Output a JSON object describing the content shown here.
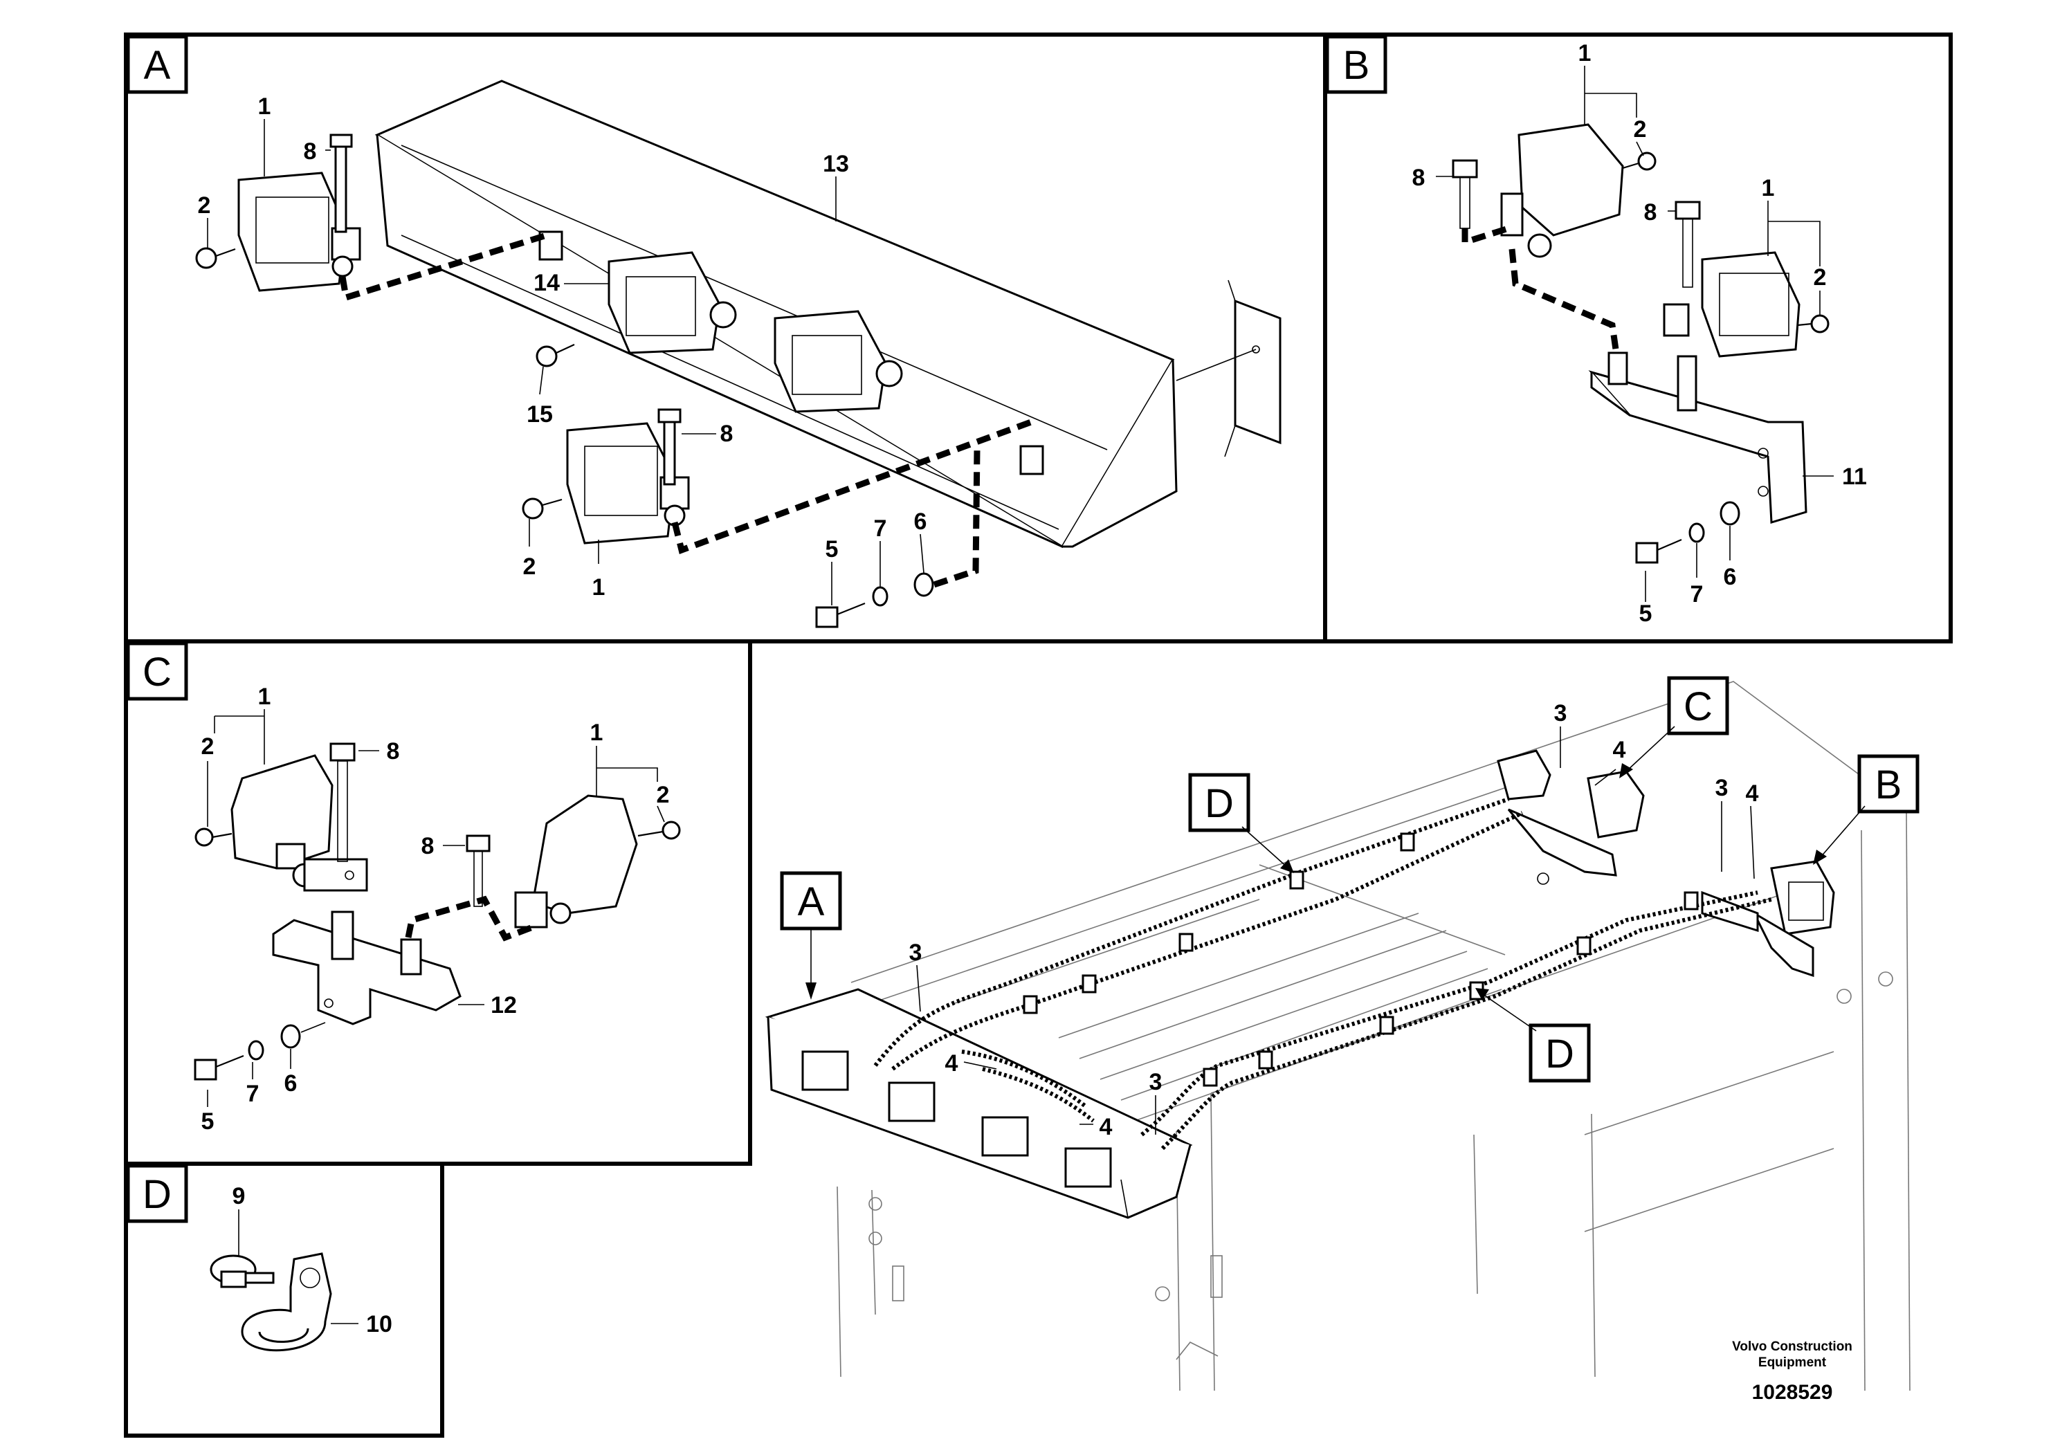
{
  "panels": {
    "A": {
      "tag": "A",
      "labels": [
        "1",
        "8",
        "2",
        "13",
        "14",
        "15",
        "8",
        "2",
        "1",
        "5",
        "7",
        "6"
      ]
    },
    "B": {
      "tag": "B",
      "labels": [
        "1",
        "2",
        "8",
        "8",
        "1",
        "2",
        "11",
        "5",
        "7",
        "6"
      ]
    },
    "C": {
      "tag": "C",
      "labels": [
        "1",
        "2",
        "8",
        "1",
        "2",
        "8",
        "12",
        "5",
        "7",
        "6"
      ]
    },
    "D": {
      "tag": "D",
      "labels": [
        "9",
        "10"
      ]
    }
  },
  "overview": {
    "callout_tags": [
      "A",
      "B",
      "C",
      "D",
      "D"
    ],
    "labels": [
      "3",
      "4",
      "3",
      "4",
      "3",
      "4",
      "3",
      "4"
    ]
  },
  "footer": {
    "brand_line1": "Volvo Construction",
    "brand_line2": "Equipment",
    "document_number": "1028529"
  }
}
